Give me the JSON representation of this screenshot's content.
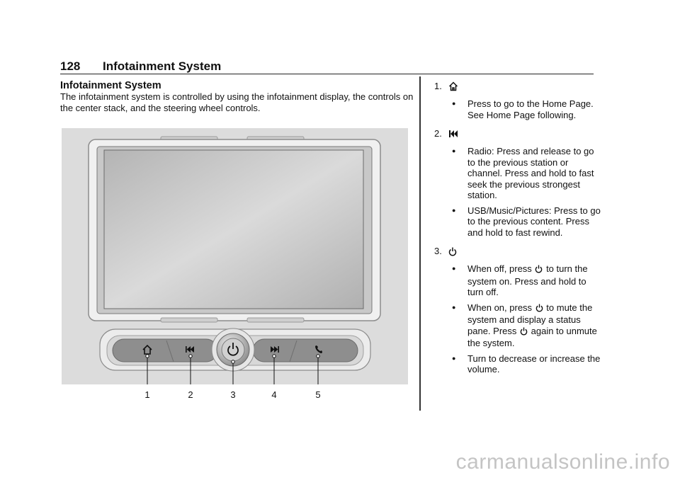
{
  "header": {
    "page_number": "128",
    "title": "Infotainment System"
  },
  "section": {
    "heading": "Infotainment System",
    "intro": "The infotainment system is controlled by using the infotainment display, the controls on the center stack, and the steering wheel controls."
  },
  "figure": {
    "callouts": [
      "1",
      "2",
      "3",
      "4",
      "5"
    ]
  },
  "items": [
    {
      "number": "1.",
      "icon": "home-icon",
      "bullets": [
        {
          "text": "Press to go to the Home Page. See  Home Page following."
        }
      ]
    },
    {
      "number": "2.",
      "icon": "seek-back-icon",
      "bullets": [
        {
          "text": "Radio: Press and release to go to the previous station or channel. Press and hold to fast seek the previous strongest station."
        },
        {
          "text": "USB/Music/Pictures: Press to go to the previous content. Press and hold to fast rewind."
        }
      ]
    },
    {
      "number": "3.",
      "icon": "power-icon",
      "bullets": [
        {
          "pre": "When off, press",
          "post": "to turn the system on. Press and hold to turn off."
        },
        {
          "pre": "When on, press",
          "post": "to mute the system and display a",
          "pre2": "status pane. Press",
          "post2": "again to unmute the system."
        },
        {
          "text": "Turn to decrease or increase the volume."
        }
      ]
    }
  ],
  "bullet_symbol": "●",
  "watermark": "carmanualsonline.info"
}
